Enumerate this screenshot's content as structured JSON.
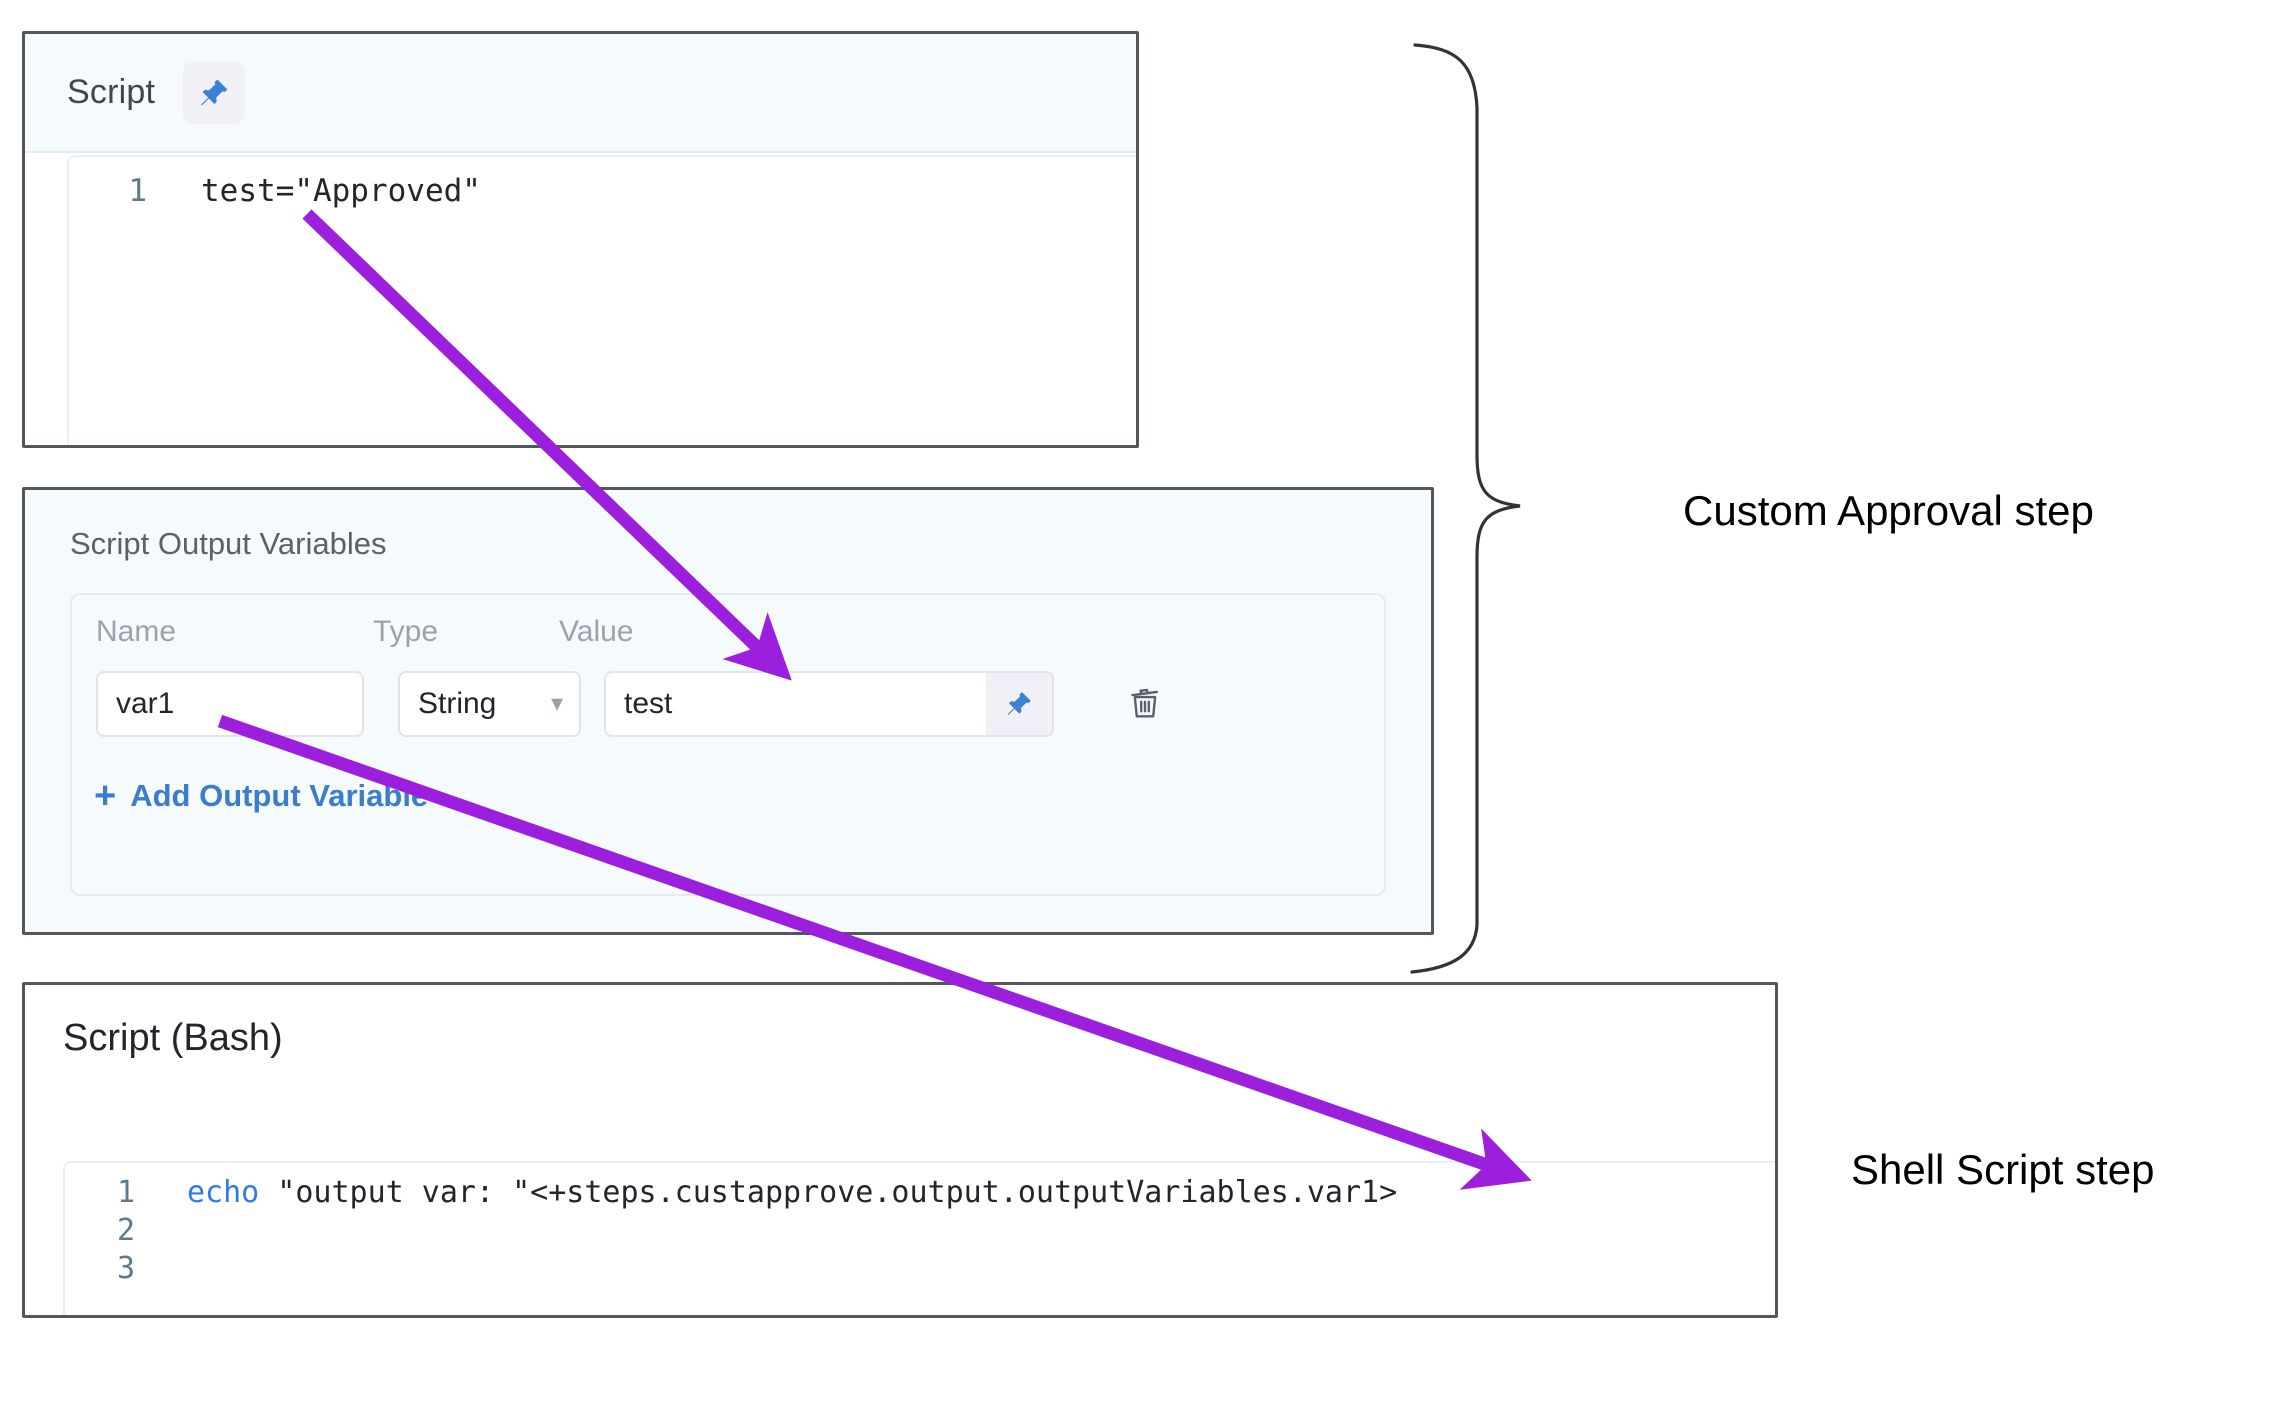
{
  "script_panel": {
    "title": "Script",
    "pin_icon": "pin-icon",
    "code": {
      "lines": [
        {
          "number": "1",
          "text": "test=\"Approved\""
        }
      ]
    }
  },
  "output_variables_panel": {
    "title": "Script Output Variables",
    "columns": {
      "name": "Name",
      "type": "Type",
      "value": "Value"
    },
    "rows": [
      {
        "name": "var1",
        "type": "String",
        "type_chevron": "chevron-down-icon",
        "value": "test",
        "pin_icon": "pin-icon",
        "delete_icon": "trash-icon"
      }
    ],
    "add_link": {
      "plus": "+",
      "label": "Add Output Variable"
    }
  },
  "bash_panel": {
    "title": "Script (Bash)",
    "code": {
      "lines": [
        {
          "number": "1",
          "keyword": "echo",
          "text": " \"output var: \"<+steps.custapprove.output.outputVariables.var1>"
        },
        {
          "number": "2",
          "keyword": "",
          "text": ""
        },
        {
          "number": "3",
          "keyword": "",
          "text": ""
        }
      ]
    }
  },
  "annotations": {
    "brace_label": "Custom Approval step",
    "shell_label": "Shell Script step",
    "arrow_color": "#9b1fdd",
    "brace_color": "#333333"
  },
  "colors": {
    "panel_border": "#53565c",
    "panel_tint": "#f5fafd",
    "link_blue": "#3b7ccc",
    "pin_blue": "#3b82d6",
    "arrow_purple": "#9b1fdd",
    "gutter_teal": "#5e7a8a"
  }
}
